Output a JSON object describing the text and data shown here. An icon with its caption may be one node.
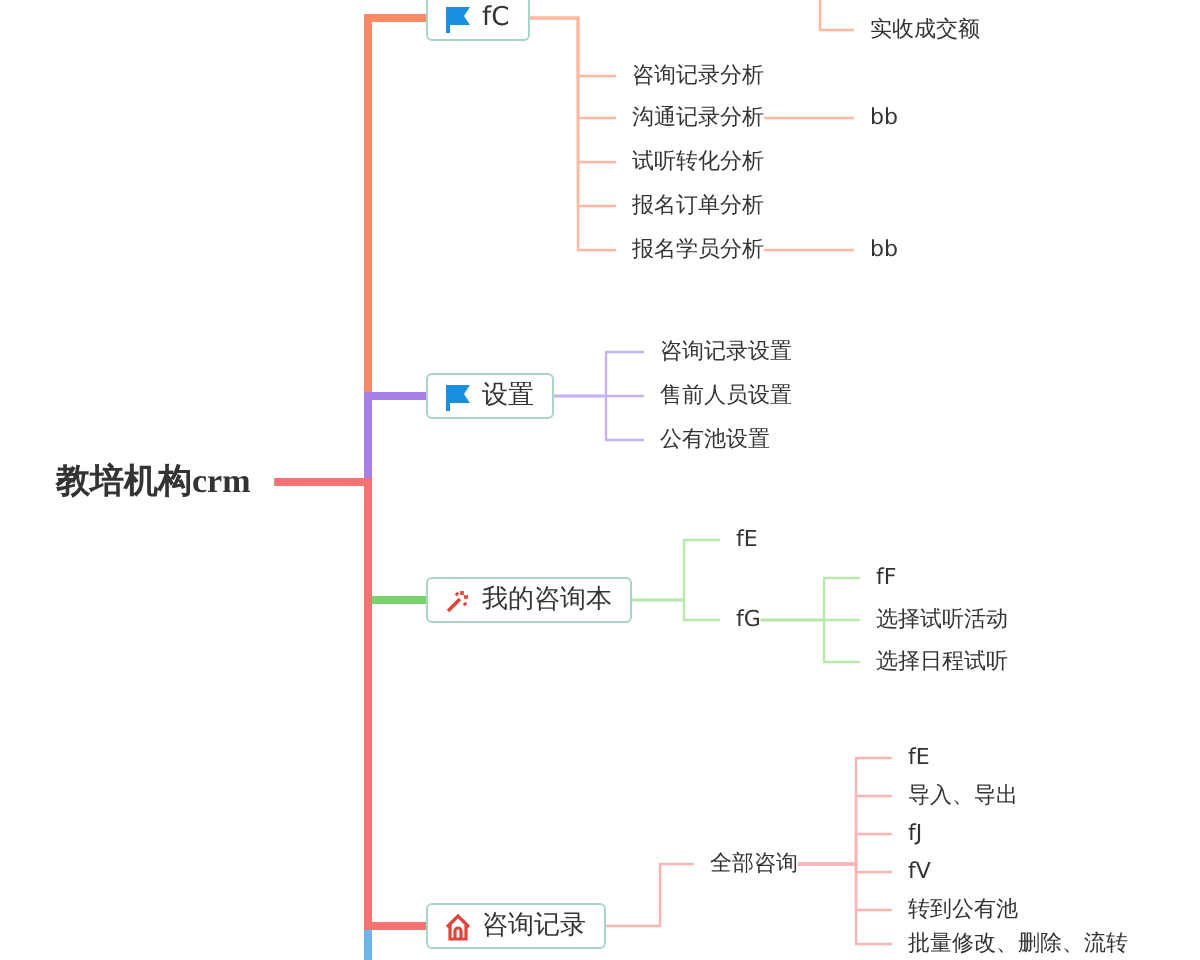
{
  "diagram": {
    "nodes": [
      {
        "text": [
          "教培机构crm"
        ]
      },
      {
        "text": [
          "fC"
        ]
      },
      {
        "text": [
          "实收成交额"
        ]
      },
      {
        "text": [
          "咨询记录分析"
        ]
      },
      {
        "text": [
          "沟通记录分析"
        ]
      },
      {
        "text": [
          "bb"
        ]
      },
      {
        "text": [
          "试听转化分析"
        ]
      },
      {
        "text": [
          "报名订单分析"
        ]
      },
      {
        "text": [
          "报名学员分析"
        ]
      },
      {
        "text": [
          "bb"
        ]
      },
      {
        "text": [
          "设置"
        ]
      },
      {
        "text": [
          "咨询记录设置"
        ]
      },
      {
        "text": [
          "售前人员设置"
        ]
      },
      {
        "text": [
          "公有池设置"
        ]
      },
      {
        "text": [
          "我的咨询本"
        ]
      },
      {
        "text": [
          "fE"
        ]
      },
      {
        "text": [
          "fG"
        ]
      },
      {
        "text": [
          "fF"
        ]
      },
      {
        "text": [
          "选择试听活动"
        ]
      },
      {
        "text": [
          "选择日程试听"
        ]
      },
      {
        "text": [
          "咨询记录"
        ]
      },
      {
        "text": [
          "全部咨询"
        ]
      },
      {
        "text": [
          "fE"
        ]
      },
      {
        "text": [
          "导入、导出"
        ]
      },
      {
        "text": [
          "fJ"
        ]
      },
      {
        "text": [
          "fV"
        ]
      },
      {
        "text": [
          "转到公有池"
        ]
      },
      {
        "text": [
          "批量修改、删除、流转"
        ]
      }
    ],
    "edges": [
      {
        "from": 0,
        "to": null,
        "arrow": "none",
        "style": "thick",
        "color": "#6cb8ec"
      },
      {
        "from": 0,
        "to": 1,
        "arrow": "none",
        "style": "thick",
        "color": "#f98a63"
      },
      {
        "from": 0,
        "to": 10,
        "arrow": "none",
        "style": "thick",
        "color": "#a77fe6"
      },
      {
        "from": 0,
        "to": 14,
        "arrow": "none",
        "style": "thick",
        "color": "#7dd36b"
      },
      {
        "from": 0,
        "to": 20,
        "arrow": "none",
        "style": "thick",
        "color": "#f77272"
      },
      {
        "from": null,
        "to": 2,
        "arrow": "none"
      },
      {
        "from": 1,
        "to": 3,
        "arrow": "none"
      },
      {
        "from": 1,
        "to": 4,
        "arrow": "none"
      },
      {
        "from": 1,
        "to": 6,
        "arrow": "none"
      },
      {
        "from": 1,
        "to": 7,
        "arrow": "none"
      },
      {
        "from": 1,
        "to": 8,
        "arrow": "none"
      },
      {
        "from": 4,
        "to": 5,
        "arrow": "none"
      },
      {
        "from": 8,
        "to": 9,
        "arrow": "none"
      },
      {
        "from": 10,
        "to": 11,
        "arrow": "none",
        "color": "#c7b3f3"
      },
      {
        "from": 10,
        "to": 12,
        "arrow": "none",
        "color": "#c7b3f3"
      },
      {
        "from": 10,
        "to": 13,
        "arrow": "none",
        "color": "#c7b3f3"
      },
      {
        "from": 14,
        "to": 15,
        "arrow": "none",
        "color": "#b8e8aa"
      },
      {
        "from": 14,
        "to": 16,
        "arrow": "none",
        "color": "#b8e8aa"
      },
      {
        "from": 16,
        "to": 17,
        "arrow": "none",
        "color": "#b8e8aa"
      },
      {
        "from": 16,
        "to": 18,
        "arrow": "none",
        "color": "#b8e8aa"
      },
      {
        "from": 16,
        "to": 19,
        "arrow": "none",
        "color": "#b8e8aa"
      },
      {
        "from": 20,
        "to": 21,
        "arrow": "none",
        "color": "#fbb4b4"
      },
      {
        "from": 21,
        "to": 22,
        "arrow": "none",
        "color": "#fbb4b4"
      },
      {
        "from": 21,
        "to": 23,
        "arrow": "none",
        "color": "#fbb4b4"
      },
      {
        "from": 21,
        "to": 24,
        "arrow": "none",
        "color": "#fbb4b4"
      },
      {
        "from": 21,
        "to": 25,
        "arrow": "none",
        "color": "#fbb4b4"
      },
      {
        "from": 21,
        "to": 26,
        "arrow": "none",
        "color": "#fbb4b4"
      },
      {
        "from": 21,
        "to": 27,
        "arrow": "none",
        "color": "#fbb4b4"
      }
    ]
  }
}
